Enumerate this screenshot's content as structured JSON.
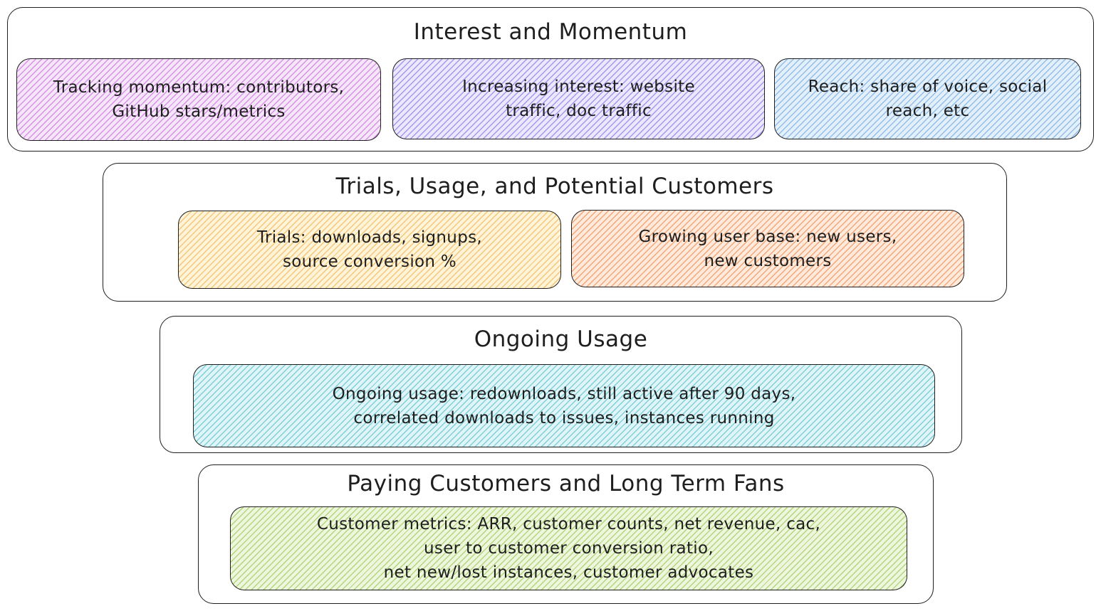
{
  "tiers": [
    {
      "title": "Interest and Momentum",
      "cards": [
        {
          "lines": [
            "Tracking momentum: contributors,",
            "GitHub stars/metrics"
          ],
          "color": "#d692e6"
        },
        {
          "lines": [
            "Increasing interest: website",
            "traffic, doc traffic"
          ],
          "color": "#a397ee"
        },
        {
          "lines": [
            "Reach: share of voice, social",
            "reach, etc"
          ],
          "color": "#92bde6"
        }
      ]
    },
    {
      "title": "Trials, Usage, and Potential Customers",
      "cards": [
        {
          "lines": [
            "Trials: downloads, signups,",
            "source conversion %"
          ],
          "color": "#f2c77a"
        },
        {
          "lines": [
            "Growing user base: new users,",
            "new customers"
          ],
          "color": "#f2a679"
        }
      ]
    },
    {
      "title": "Ongoing Usage",
      "cards": [
        {
          "lines": [
            "Ongoing usage: redownloads, still active after 90 days,",
            "correlated downloads to issues, instances running"
          ],
          "color": "#7fcfdb"
        }
      ]
    },
    {
      "title": "Paying Customers and Long Term Fans",
      "cards": [
        {
          "lines": [
            "Customer metrics: ARR, customer counts, net revenue, cac,",
            "user to customer conversion ratio,",
            "net new/lost instances, customer advocates"
          ],
          "color": "#b3d67d"
        }
      ]
    }
  ]
}
